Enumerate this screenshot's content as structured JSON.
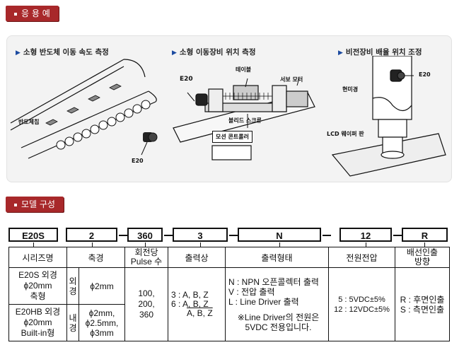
{
  "sections": {
    "application": "응 용 예",
    "model": "모델 구성"
  },
  "applications": [
    {
      "caption": "소형 반도체 이동 속도 측정",
      "labels": {
        "wafer": "반도체칩",
        "sensor": "E20"
      }
    },
    {
      "caption": "소형 이동장비 위치 측정",
      "labels": {
        "table": "테이블",
        "sensor": "E20",
        "servo": "서보 모터",
        "ballscrew": "볼리드 스크류",
        "controller": "모션 콘트롤러"
      }
    },
    {
      "caption": "비전장비 배율 위치 조정",
      "labels": {
        "microscope": "현미경",
        "sensor": "E20",
        "panel": "LCD 웨이퍼 판"
      }
    }
  ],
  "code": {
    "parts": [
      "E20S",
      "2",
      "360",
      "3",
      "N",
      "12",
      "R"
    ]
  },
  "table": {
    "headers": {
      "series": "시리즈명",
      "shaft": "축경",
      "pulse_top": "회전당",
      "pulse_bottom": "Pulse 수",
      "phase": "출력상",
      "output": "출력형태",
      "voltage": "전원전압",
      "cable_top": "배선인출",
      "cable_bottom": "방향"
    },
    "series": [
      {
        "line1": "E20S 외경",
        "line2": "ϕ20mm",
        "line3": "축형",
        "shaft_type": "외경",
        "shaft": [
          "ϕ2mm"
        ]
      },
      {
        "line1": "E20HB 외경",
        "line2": "ϕ20mm",
        "line3": "Built-in형",
        "shaft_type": "내경",
        "shaft": [
          "ϕ2mm,",
          "ϕ2.5mm,",
          "ϕ3mm"
        ]
      }
    ],
    "pulses": [
      "100,",
      "200,",
      "360"
    ],
    "phase": {
      "line1": "3 : A, B, Z",
      "line2_prefix": "6 : ",
      "line2": "A, B, Z",
      "line3": "A, B, Z"
    },
    "output": {
      "npn": "N : NPN 오픈콜렉터 출력",
      "voltage": "V : 전압 출력",
      "line_driver": "L : Line Driver 출력",
      "note1": "※Line Driver의 전원은",
      "note2": "5VDC 전용입니다."
    },
    "voltage": [
      "5 : 5VDC±5%",
      "12 : 12VDC±5%"
    ],
    "cable": [
      "R : 후면인출",
      "S : 측면인출"
    ]
  }
}
